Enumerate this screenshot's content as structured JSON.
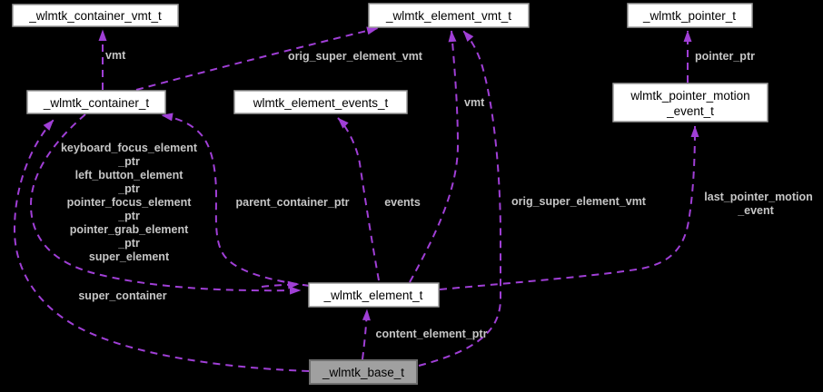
{
  "diagram": {
    "kind": "collaboration-graph",
    "colors": {
      "background": "#000000",
      "edge": "#A03FD6",
      "edge_label": "#C6C6C6",
      "node_fill": "#FFFFFF",
      "node_border": "#9A9A9A",
      "node_text": "#000000",
      "highlight_node_fill": "#A0A0A0",
      "highlight_node_border": "#6E6E6E"
    },
    "nodes": {
      "container_vmt": {
        "label": "_wlmtk_container_vmt_t"
      },
      "element_vmt": {
        "label": "_wlmtk_element_vmt_t"
      },
      "pointer": {
        "label": "_wlmtk_pointer_t"
      },
      "container": {
        "label": "_wlmtk_container_t"
      },
      "element_events": {
        "label": "wlmtk_element_events_t"
      },
      "pointer_motion_event": {
        "lines": [
          "wlmtk_pointer_motion",
          "_event_t"
        ]
      },
      "element": {
        "label": "_wlmtk_element_t"
      },
      "base": {
        "label": "_wlmtk_base_t"
      }
    },
    "edges": {
      "container_vmt_ref": {
        "label": "vmt"
      },
      "container_orig_super_element_vmt": {
        "label": "orig_super_element_vmt"
      },
      "pointer_ptr": {
        "label": "pointer_ptr"
      },
      "element_vmt_ref": {
        "label": "vmt"
      },
      "container_to_element": {
        "label_lines": [
          "keyboard_focus_element",
          "_ptr",
          "left_button_element",
          "_ptr",
          "pointer_focus_element",
          "_ptr",
          "pointer_grab_element",
          "_ptr",
          "super_element"
        ]
      },
      "parent_container_ptr": {
        "label": "parent_container_ptr"
      },
      "events": {
        "label": "events"
      },
      "base_orig_super_element_vmt": {
        "label": "orig_super_element_vmt"
      },
      "last_pointer_motion_event": {
        "label_lines": [
          "last_pointer_motion",
          "_event"
        ]
      },
      "super_container": {
        "label": "super_container"
      },
      "content_element_ptr": {
        "label": "content_element_ptr"
      }
    }
  }
}
